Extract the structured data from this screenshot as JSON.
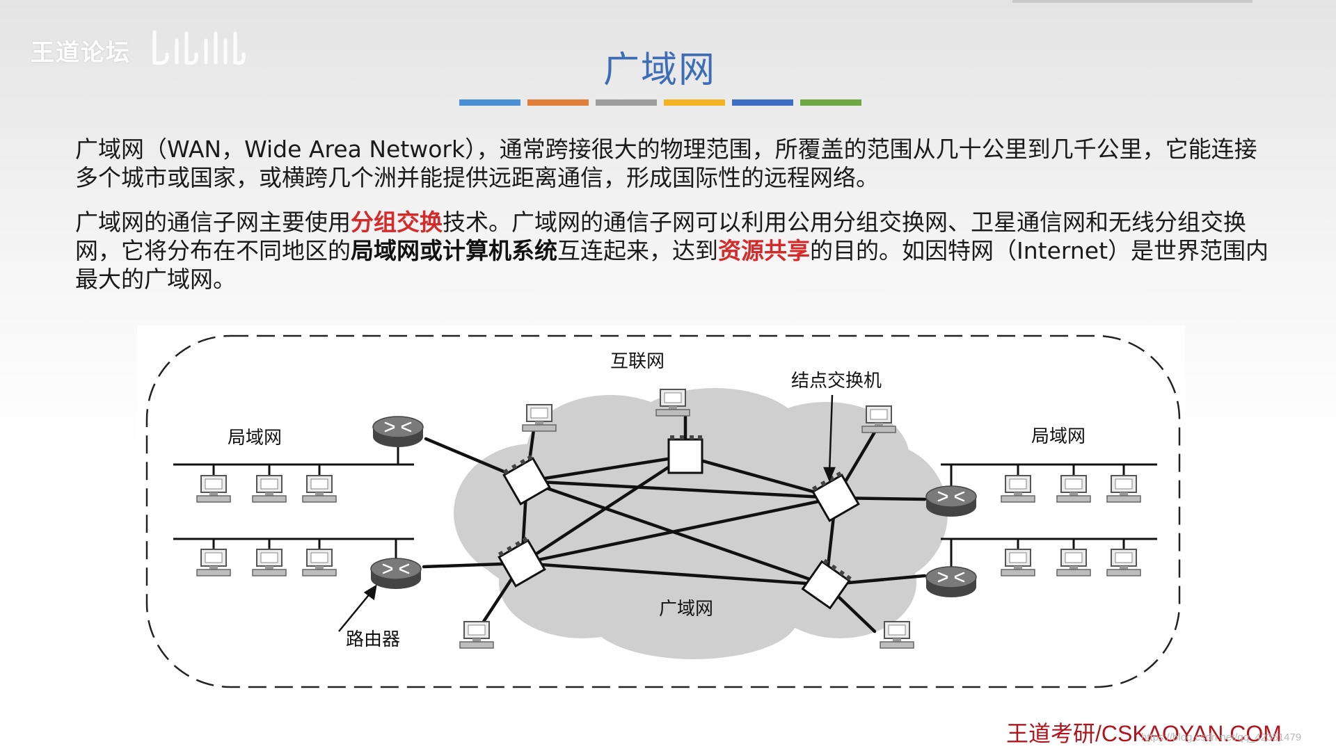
{
  "watermark": {
    "text": "王道论坛"
  },
  "title": "广域网",
  "colors": [
    "#4a8fd4",
    "#e07f3a",
    "#9e9e9e",
    "#f4b324",
    "#3e6fc4",
    "#6da844"
  ],
  "paragraph1": {
    "text": "广域网（WAN，Wide Area Network），通常跨接很大的物理范围，所覆盖的范围从几十公里到几千公里，它能连接多个城市或国家，或横跨几个洲并能提供远距离通信，形成国际性的远程网络。"
  },
  "paragraph2": {
    "part1": "广域网的通信子网主要使用",
    "hl1": "分组交换",
    "part2": "技术。广域网的通信子网可以利用公用分组交换网、卫星通信网和无线分组交换网，它将分布在不同地区的",
    "hl2": "局域网或计算机系统",
    "part3": "互连起来，达到",
    "hl3": "资源共享",
    "part4": "的目的。如因特网（Internet）是世界范围内最大的广域网。"
  },
  "diagram": {
    "label_internet": "互联网",
    "label_node_switch": "结点交换机",
    "label_lan_left": "局域网",
    "label_lan_right": "局域网",
    "label_wan": "广域网",
    "label_router": "路由器"
  },
  "footer": {
    "brand": "王道考研/CSKAOYAN.COM",
    "url": "https://blog.csdn.net/qq_42351479"
  }
}
